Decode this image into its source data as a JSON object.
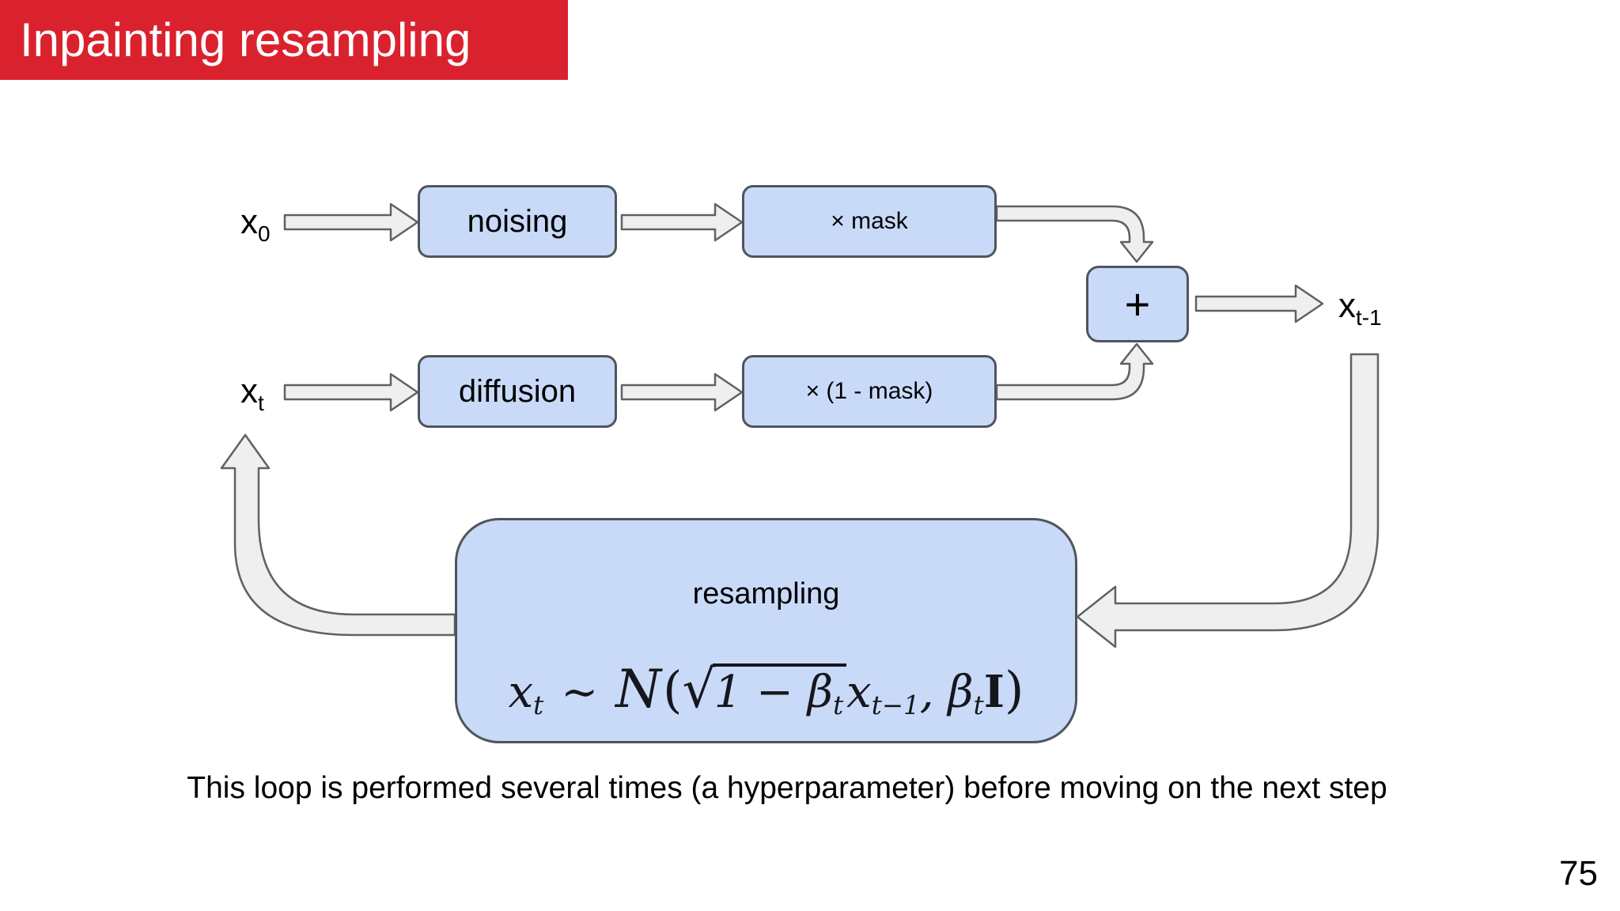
{
  "slide": {
    "title": "Inpainting resampling",
    "caption": "This loop is performed several times (a hyperparameter) before moving on the next step",
    "page_number": "75"
  },
  "colors": {
    "banner_red": "#da222e",
    "box_fill": "#c9daf8",
    "box_border": "#4f555c",
    "arrow_fill": "#efefef",
    "arrow_stroke": "#5d6268",
    "text_black": "#000000",
    "formula_ink": "#16161d"
  },
  "diagram": {
    "labels": {
      "x0_base": "x",
      "x0_sub": "0",
      "xt_base": "x",
      "xt_sub": "t",
      "xtm1_base": "x",
      "xtm1_sub": "t-1"
    },
    "boxes": {
      "noising": "noising",
      "mask": "× mask",
      "diffusion": "diffusion",
      "one_minus_mask": "× (1 - mask)",
      "plus": "+",
      "resampling": "resampling"
    },
    "formula": {
      "lhs_base": "x",
      "lhs_sub": "t",
      "sim": "∼",
      "dist": "N",
      "open_paren": "(",
      "sqrt": "√",
      "radicand_base": "1 − β",
      "radicand_sub": "t",
      "arg_base": "x",
      "arg_sub": "t−1",
      "comma": ", ",
      "beta": "β",
      "beta_sub": "t",
      "identity": "I",
      "close_paren": ")"
    }
  }
}
